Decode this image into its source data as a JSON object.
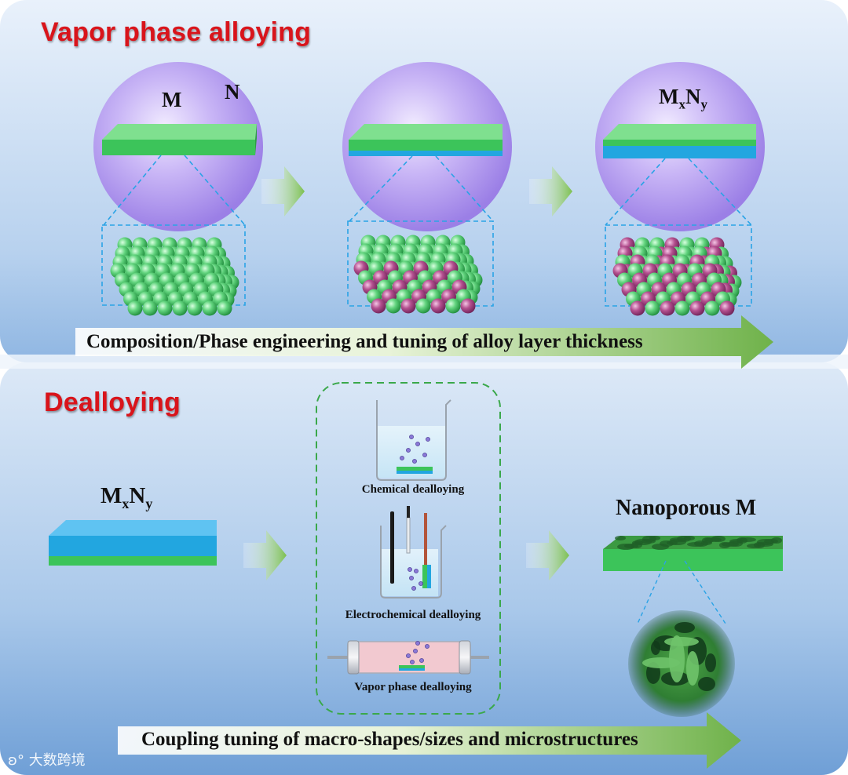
{
  "top_panel": {
    "title": "Vapor phase alloying",
    "stage1_label_m": "M",
    "stage1_label_n": "N",
    "stage3_label": {
      "base_m": "M",
      "sub_x": "x",
      "base_n": "N",
      "sub_y": "y"
    },
    "arrow_caption": "Composition/Phase engineering and tuning of alloy layer thickness"
  },
  "bottom_panel": {
    "title": "Dealloying",
    "start_label": {
      "base_m": "M",
      "sub_x": "x",
      "base_n": "N",
      "sub_y": "y"
    },
    "methods": [
      "Chemical dealloying",
      "Electrochemical dealloying",
      "Vapor phase dealloying"
    ],
    "result_label": "Nanoporous M",
    "arrow_caption": "Coupling tuning of macro-shapes/sizes and microstructures"
  },
  "watermark": "大数跨境",
  "colors": {
    "title_red": "#d9141b",
    "film_green": "#3cc45a",
    "film_blue": "#22a6e0",
    "atom_green": "#5ed47a",
    "atom_magenta": "#b4508f",
    "sphere_purple": "#b59cf0",
    "arrow_green": "#5aa93c",
    "dashed_box_green": "#3aa84a",
    "zoom_dash_blue": "#2aa3e6"
  }
}
